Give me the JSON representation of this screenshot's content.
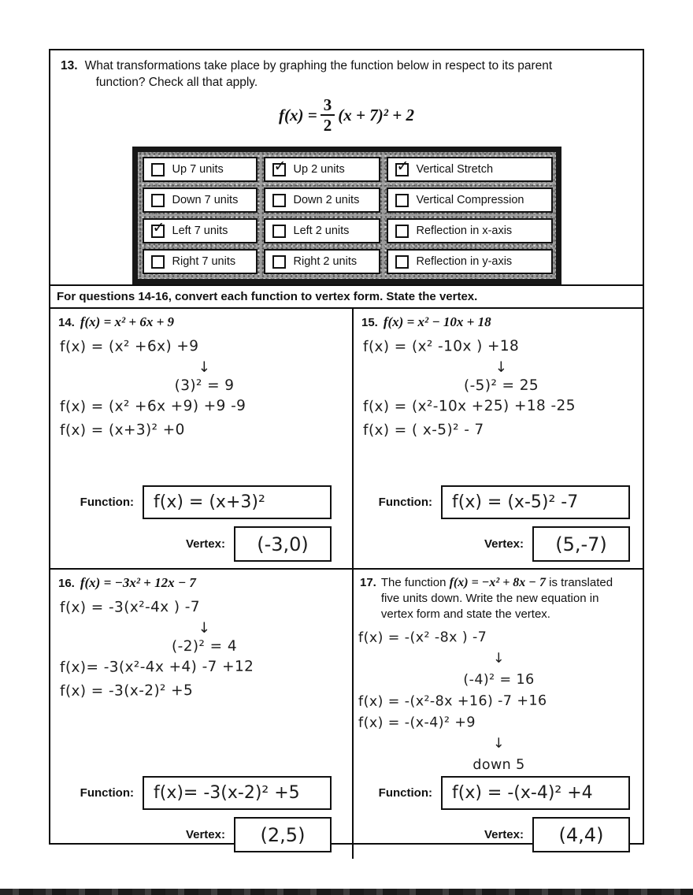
{
  "colors": {
    "ink": "#111111",
    "paper": "#ffffff",
    "grid_texture": "#9c9c9c"
  },
  "labels": {
    "function": "Function:",
    "vertex": "Vertex:"
  },
  "q13": {
    "number": "13.",
    "line1": "What transformations take place by graphing the function below in respect to its parent",
    "line2": "function?  Check all that apply.",
    "formula": {
      "lhs": "f(x) =",
      "numerator": "3",
      "denominator": "2",
      "rhs": "(x + 7)² + 2"
    },
    "options": [
      {
        "label": "Up 7 units",
        "checked": false
      },
      {
        "label": "Up 2 units",
        "checked": true
      },
      {
        "label": "Vertical Stretch",
        "checked": true
      },
      {
        "label": "Down 7 units",
        "checked": false
      },
      {
        "label": "Down 2 units",
        "checked": false
      },
      {
        "label": "Vertical Compression",
        "checked": false
      },
      {
        "label": "Left 7 units",
        "checked": true
      },
      {
        "label": "Left 2 units",
        "checked": false
      },
      {
        "label": "Reflection in x-axis",
        "checked": false
      },
      {
        "label": "Right 7 units",
        "checked": false
      },
      {
        "label": "Right 2 units",
        "checked": false
      },
      {
        "label": "Reflection in y-axis",
        "checked": false
      }
    ]
  },
  "instruction": "For questions 14-16, convert each function to vertex form.  State the vertex.",
  "q14": {
    "number": "14.",
    "problem": "f(x) = x² + 6x + 9",
    "work": [
      {
        "text": "f(x) = (x² +6x) +9"
      },
      {
        "text": "↓",
        "center": true
      },
      {
        "text": "(3)² = 9",
        "center": true
      },
      {
        "text": "f(x) = (x² +6x +9) +9 -9"
      },
      {
        "text": "f(x) = (x+3)² +0"
      }
    ],
    "function_answer": "f(x) = (x+3)²",
    "vertex_answer": "(-3,0)"
  },
  "q15": {
    "number": "15.",
    "problem": "f(x) = x² − 10x + 18",
    "work": [
      {
        "text": "f(x) = (x² -10x ) +18"
      },
      {
        "text": "↓",
        "center": true
      },
      {
        "text": "(-5)² = 25",
        "center": true
      },
      {
        "text": "f(x) = (x²-10x +25) +18 -25"
      },
      {
        "text": "f(x) = ( x-5)² - 7"
      }
    ],
    "function_answer": "f(x) = (x-5)² -7",
    "vertex_answer": "(5,-7)"
  },
  "q16": {
    "number": "16.",
    "problem": "f(x) = −3x² + 12x − 7",
    "work": [
      {
        "text": "f(x) = -3(x²-4x ) -7"
      },
      {
        "text": "↓",
        "center": true
      },
      {
        "text": "(-2)² = 4",
        "center": true
      },
      {
        "text": "f(x)= -3(x²-4x +4) -7 +12"
      },
      {
        "text": "f(x) = -3(x-2)² +5"
      }
    ],
    "function_answer": "f(x)= -3(x-2)² +5",
    "vertex_answer": "(2,5)"
  },
  "q17": {
    "number": "17.",
    "prompt": {
      "pre": "The function",
      "math": "f(x) = −x² + 8x − 7",
      "post": "is translated",
      "line2": "five units down. Write the new equation in",
      "line3": "vertex form and state the vertex."
    },
    "work": [
      {
        "text": "f(x) = -(x² -8x ) -7"
      },
      {
        "text": "↓",
        "center": true
      },
      {
        "text": "(-4)² = 16",
        "center": true
      },
      {
        "text": "f(x) = -(x²-8x +16) -7 +16"
      },
      {
        "text": "f(x) = -(x-4)² +9"
      },
      {
        "text": "↓",
        "center": true
      },
      {
        "text": "down 5",
        "center": true
      }
    ],
    "function_answer": "f(x) = -(x-4)² +4",
    "vertex_answer": "(4,4)"
  }
}
